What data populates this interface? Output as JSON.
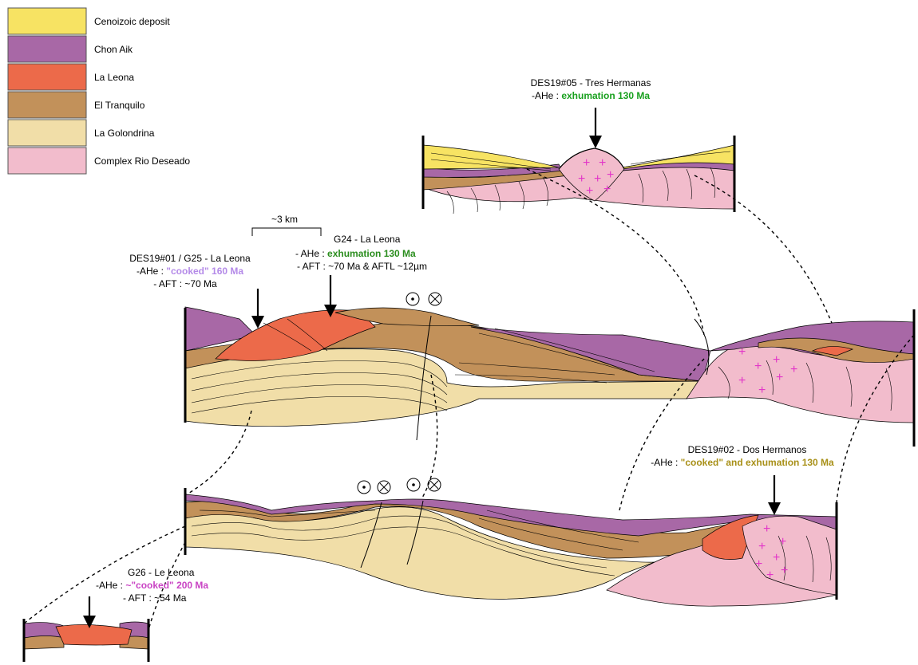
{
  "colors": {
    "cenozoic": "#f7e363",
    "chonaik": "#a868a6",
    "laleona": "#ec6a4a",
    "eltranquilo": "#c2915a",
    "lagolondrina": "#f1dea8",
    "complex": "#f2bccc",
    "granite_cross": "#e236c8",
    "green": "#18a01e",
    "darkgreen": "#2a8d1d",
    "purple": "#b48ae8",
    "magenta": "#c944c4",
    "olive": "#a89018"
  },
  "legend": [
    {
      "key": "cenozoic",
      "label": "Cenoizoic deposit"
    },
    {
      "key": "chonaik",
      "label": "Chon Aik"
    },
    {
      "key": "laleona",
      "label": "La Leona"
    },
    {
      "key": "eltranquilo",
      "label": "El Tranquilo"
    },
    {
      "key": "lagolondrina",
      "label": "La Golondrina"
    },
    {
      "key": "complex",
      "label": "Complex Rio Deseado"
    }
  ],
  "scale_label": "~3 km",
  "annotations": {
    "des05": {
      "title": "DES19#05 - Tres Hermanas",
      "prefix": "-AHe : ",
      "highlight": "exhumation 130 Ma"
    },
    "g24": {
      "title": "G24 - La Leona",
      "line1_prefix": "- AHe : ",
      "line1_highlight": "exhumation 130 Ma",
      "line2": "- AFT : ~70 Ma  & AFTL ~12µm"
    },
    "des01": {
      "title": "DES19#01 / G25 - La Leona",
      "line1_prefix": "-AHe : ",
      "line1_highlight": "\"cooked\" 160 Ma",
      "line2": "- AFT : ~70 Ma"
    },
    "des02": {
      "title": "DES19#02 - Dos Hermanos",
      "prefix": "-AHe : ",
      "highlight": "\"cooked\" and exhumation 130 Ma"
    },
    "g26": {
      "title": "G26 - Le Leona",
      "line1_prefix": "-AHe : ",
      "line1_highlight": "~\"cooked\" 200 Ma",
      "line2": "- AFT : ~54 Ma"
    }
  }
}
